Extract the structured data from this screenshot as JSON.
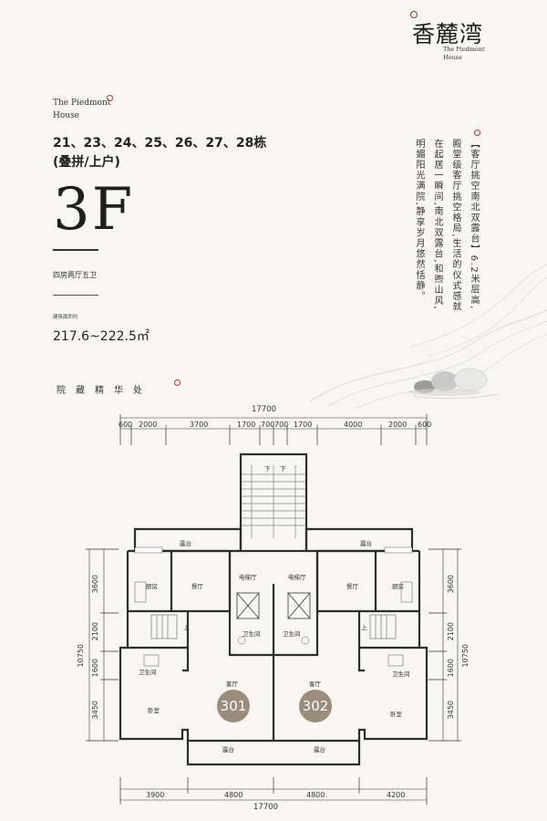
{
  "logo": {
    "cn": "香麓湾",
    "en_line1": "The Piedmont",
    "en_line2": "House"
  },
  "brand": {
    "en_line1": "The Piedmont",
    "en_line2": "House"
  },
  "buildings": "21、23、24、25、26、27、28栋",
  "building_type": "(叠拼/上户)",
  "floor": "3F",
  "layout": "四房两厅五卫",
  "area_label": "建筑面积约",
  "area_value": "217.6~222.5㎡",
  "features": [
    "【客厅挑空南北双露台】6.2米层高,",
    "殿堂级客厅挑空格局,生活的仪式感就",
    "在起居一瞬间,南北双露台,和煦山风,",
    "明媚阳光满院,静享岁月悠然恬静。"
  ],
  "section_title": "院藏精华处",
  "plan": {
    "top_total": "17700",
    "bottom_total": "17700",
    "top_dims": [
      "600",
      "2000",
      "3700",
      "1700",
      "700",
      "700",
      "1700",
      "4000",
      "2000",
      "600"
    ],
    "bottom_dims": [
      "3900",
      "4800",
      "4800",
      "4200"
    ],
    "left_dims": [
      "3600",
      "2100",
      "1600",
      "3450"
    ],
    "left_total": "10750",
    "right_dims": [
      "3600",
      "2100",
      "1600",
      "3450"
    ],
    "right_total": "10750",
    "rooms": {
      "terrace_n_left": "露台",
      "terrace_n_right": "露台",
      "kitchen_left": "厨房",
      "kitchen_right": "厨房",
      "dining_left": "餐厅",
      "dining_right": "餐厅",
      "elevator_hall_left": "电梯厅",
      "elevator_hall_right": "电梯厅",
      "bath_center_left": "卫生间",
      "bath_center_right": "卫生间",
      "bath_side_left": "卫生间",
      "bath_side_right": "卫生间",
      "up_left": "上",
      "up_right": "上",
      "stair_down_1": "下",
      "stair_down_2": "下",
      "living_left": "客厅",
      "living_right": "客厅",
      "bedroom_left": "卧室",
      "bedroom_right": "卧室",
      "terrace_s_left": "露台",
      "terrace_s_right": "露台"
    },
    "unit_left": "301",
    "unit_right": "302"
  }
}
